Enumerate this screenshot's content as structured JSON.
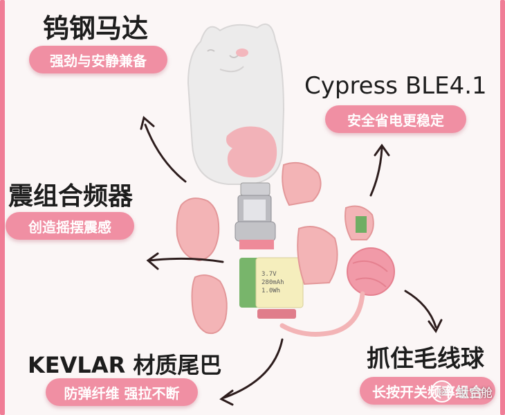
{
  "colors": {
    "frame": "#f07d96",
    "pill": "#f08fa3",
    "body_gray": "#e9e8e8",
    "shell_pink": "#f2b6b8",
    "metal": "#b9b9bd",
    "battery": "#f4edb8"
  },
  "features": [
    {
      "title": "钨钢马达",
      "subtitle": "强劲与安静兼备"
    },
    {
      "title": "Cypress BLE4.1",
      "subtitle": "安全省电更稳定"
    },
    {
      "title": "震组合频器",
      "subtitle": "创造摇摆震感"
    },
    {
      "title": "KEVLAR 材质尾巴",
      "subtitle": "防弹纤维 强拉不断"
    },
    {
      "title": "抓住毛线球",
      "subtitle": "长按开关频率组合"
    }
  ],
  "battery_label": [
    "3.7V",
    "280mAh",
    "1.0Wh"
  ],
  "watermark": {
    "text": "钛空舱",
    "icon": "wechat-icon"
  }
}
